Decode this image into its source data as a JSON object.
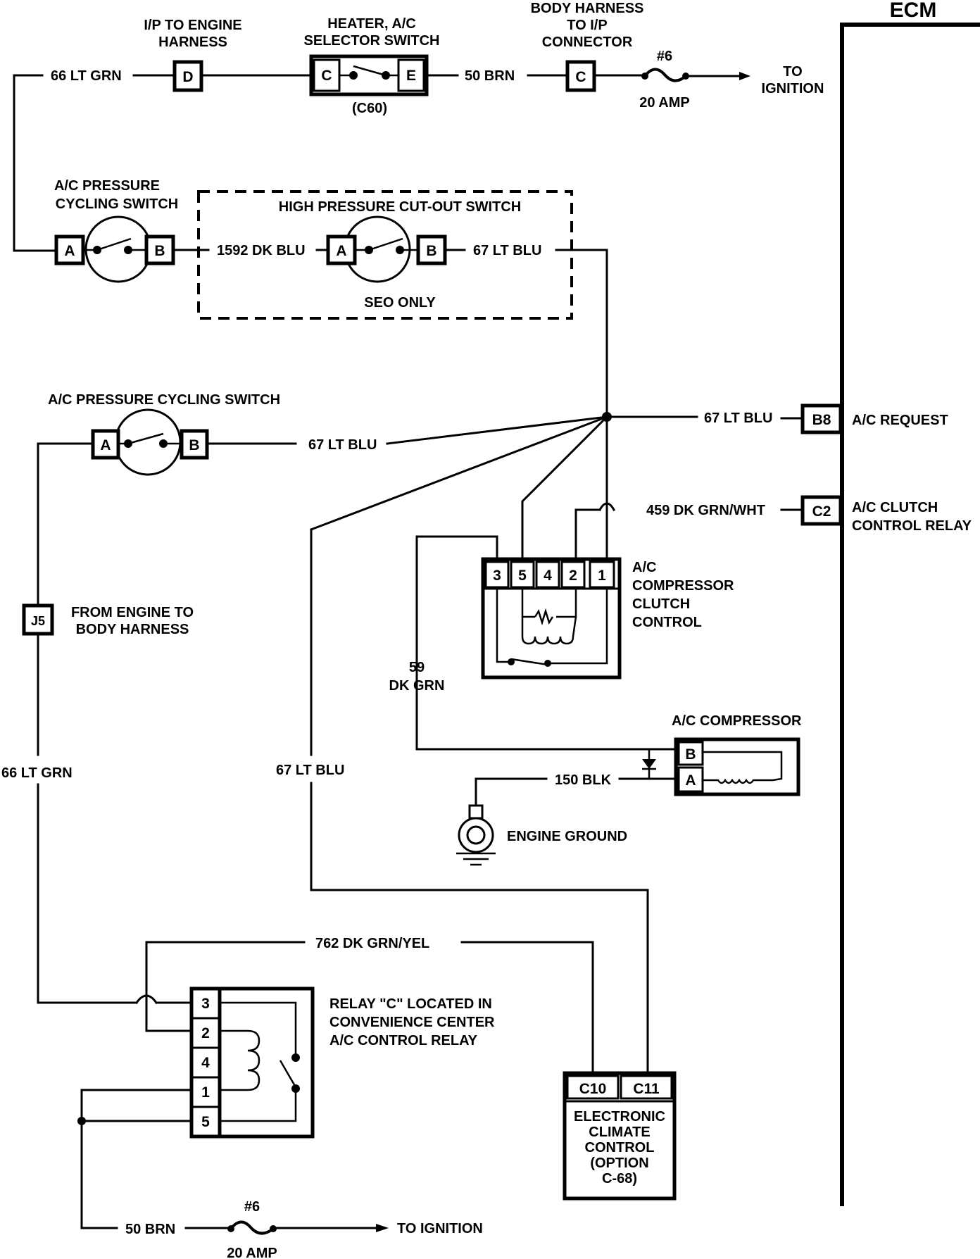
{
  "diagram": {
    "title": "ECM",
    "top_circuit": {
      "wire_66": "66 LT GRN",
      "ip_harness_title": [
        "I/P TO ENGINE",
        "HARNESS"
      ],
      "ip_harness_pin": "D",
      "selector_title": [
        "HEATER, A/C",
        "SELECTOR SWITCH"
      ],
      "selector_pin_left": "C",
      "selector_pin_right": "E",
      "selector_id": "(C60)",
      "wire_50": "50 BRN",
      "body_harness_title": [
        "BODY HARNESS",
        "TO I/P",
        "CONNECTOR"
      ],
      "body_harness_pin": "C",
      "fuse_number": "#6",
      "fuse_rating": "20 AMP",
      "to_ignition": [
        "TO",
        "IGNITION"
      ]
    },
    "pressure_switch_1": {
      "title": [
        "A/C PRESSURE",
        "CYCLING SWITCH"
      ],
      "pin_a": "A",
      "pin_b": "B"
    },
    "high_pressure": {
      "title": "HIGH PRESSURE CUT-OUT SWITCH",
      "wire_in": "1592 DK BLU",
      "pin_a": "A",
      "pin_b": "B",
      "wire_out": "67 LT BLU",
      "note": "SEO ONLY"
    },
    "pressure_switch_2": {
      "title": "A/C PRESSURE CYCLING SWITCH",
      "pin_a": "A",
      "pin_b": "B",
      "wire_out": "67 LT BLU"
    },
    "ecm_pins": [
      {
        "wire": "67 LT BLU",
        "pin": "B8",
        "label": [
          "A/C REQUEST"
        ]
      },
      {
        "wire": "459 DK GRN/WHT",
        "pin": "C2",
        "label": [
          "A/C CLUTCH",
          "CONTROL RELAY"
        ]
      }
    ],
    "clutch_control": {
      "pins": [
        "3",
        "5",
        "4",
        "2",
        "1"
      ],
      "label": [
        "A/C",
        "COMPRESSOR",
        "CLUTCH",
        "CONTROL"
      ]
    },
    "wire_59": [
      "59",
      "DK GRN"
    ],
    "compressor": {
      "title": "A/C COMPRESSOR",
      "pin_b": "B",
      "pin_a": "A",
      "ground_wire": "150 BLK",
      "ground_label": "ENGINE GROUND"
    },
    "j5": {
      "pin": "J5",
      "label": [
        "FROM ENGINE TO",
        "BODY HARNESS"
      ]
    },
    "left_wire": "66 LT GRN",
    "mid_wire": "67 LT BLU",
    "wire_762": "762 DK GRN/YEL",
    "relay": {
      "pins": [
        "3",
        "2",
        "4",
        "1",
        "5"
      ],
      "label": [
        "RELAY \"C\" LOCATED IN",
        "CONVENIENCE CENTER",
        "A/C CONTROL RELAY"
      ]
    },
    "ecc": {
      "pins": [
        "C10",
        "C11"
      ],
      "label": [
        "ELECTRONIC",
        "CLIMATE",
        "CONTROL",
        "(OPTION",
        "C-68)"
      ]
    },
    "bottom_circuit": {
      "wire_50": "50 BRN",
      "fuse_number": "#6",
      "fuse_rating": "20 AMP",
      "to_ignition": "TO IGNITION"
    }
  }
}
